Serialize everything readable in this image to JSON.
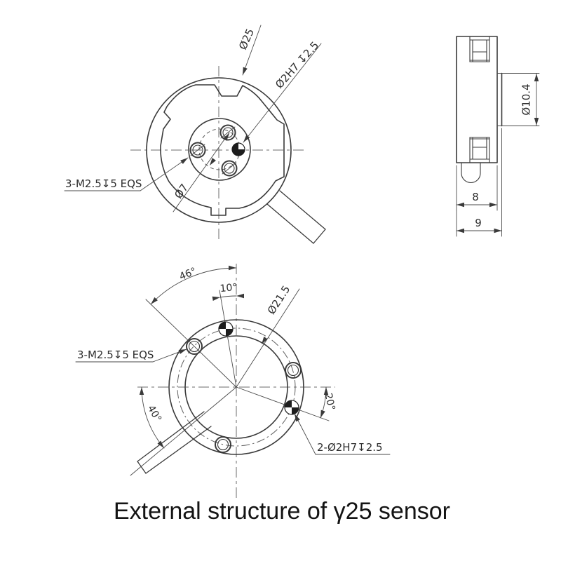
{
  "caption": "External structure of γ25 sensor",
  "colors": {
    "line": "#3a3a3a",
    "centerline": "#6b6b6b",
    "text": "#2e2e2e",
    "background": "#ffffff"
  },
  "views": {
    "front": {
      "labels": {
        "outer_diameter": "Ø25",
        "pin_hole": "Ø2H7 ↧2.5",
        "screw_holes": "3-M2.5↧5 EQS",
        "bolt_circle": "Ø7"
      }
    },
    "side": {
      "dimensions": {
        "flange_diameter": "Ø10.4",
        "body_width": "8",
        "total_width": "9"
      }
    },
    "bottom": {
      "labels": {
        "angle_46": "46°",
        "angle_10": "10°",
        "angle_20": "20°",
        "angle_40": "40°",
        "bolt_circle": "Ø21.5",
        "screw_holes": "3-M2.5↧5 EQS",
        "pin_holes": "2-Ø2H7↧2.5"
      }
    }
  }
}
